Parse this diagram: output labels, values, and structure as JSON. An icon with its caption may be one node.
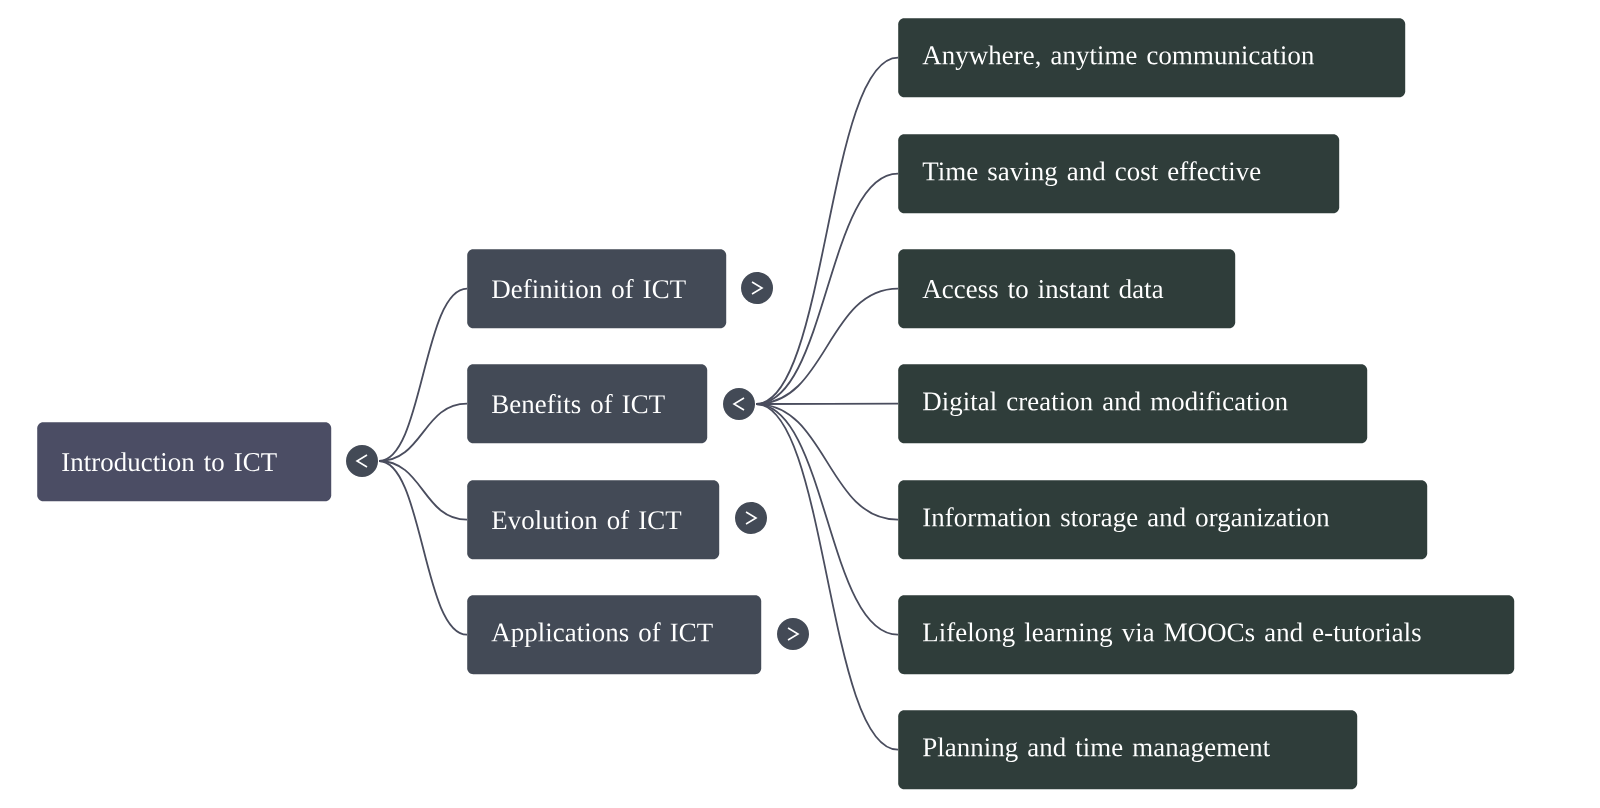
{
  "diagram": {
    "nodes": [
      {
        "text": [
          "Introduction to ICT"
        ]
      },
      {
        "text": [
          "Definition of ICT"
        ]
      },
      {
        "text": [
          "Benefits of ICT"
        ]
      },
      {
        "text": [
          "Evolution of ICT"
        ]
      },
      {
        "text": [
          "Applications of ICT"
        ]
      },
      {
        "text": [
          "Anywhere, anytime communication"
        ]
      },
      {
        "text": [
          "Time saving and cost effective"
        ]
      },
      {
        "text": [
          "Access to instant data"
        ]
      },
      {
        "text": [
          "Digital creation and modification"
        ]
      },
      {
        "text": [
          "Information storage and organization"
        ]
      },
      {
        "text": [
          "Lifelong learning via MOOCs and e-tutorials"
        ]
      },
      {
        "text": [
          "Planning and time management"
        ]
      }
    ],
    "edges": [
      {
        "from": 0,
        "to": 1,
        "arrow": "none"
      },
      {
        "from": 0,
        "to": 2,
        "arrow": "none"
      },
      {
        "from": 0,
        "to": 3,
        "arrow": "none"
      },
      {
        "from": 0,
        "to": 4,
        "arrow": "none"
      },
      {
        "from": 2,
        "to": 5,
        "arrow": "none"
      },
      {
        "from": 2,
        "to": 6,
        "arrow": "none"
      },
      {
        "from": 2,
        "to": 7,
        "arrow": "none"
      },
      {
        "from": 2,
        "to": 8,
        "arrow": "none"
      },
      {
        "from": 2,
        "to": 9,
        "arrow": "none"
      },
      {
        "from": 2,
        "to": 10,
        "arrow": "none"
      },
      {
        "from": 2,
        "to": 11,
        "arrow": "none"
      }
    ]
  }
}
